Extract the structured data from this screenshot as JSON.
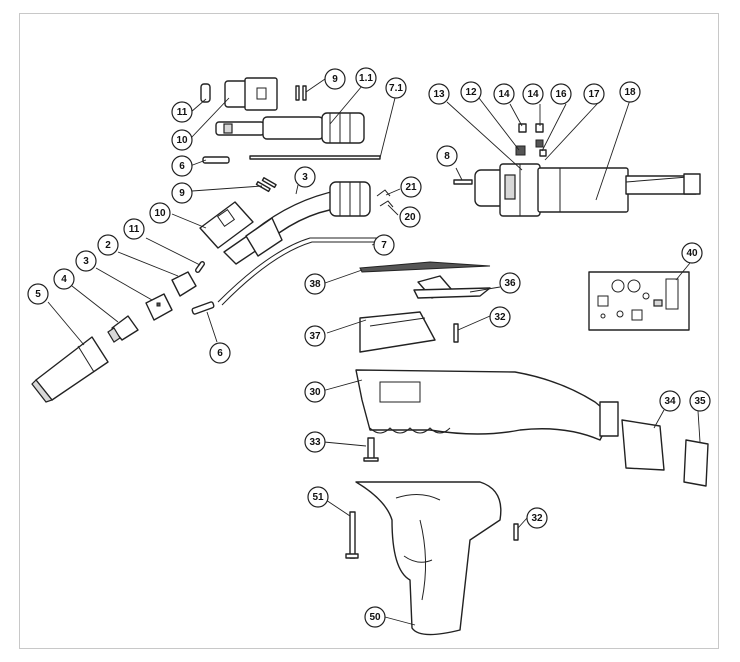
{
  "callouts": [
    {
      "id": "11a",
      "label": "11"
    },
    {
      "id": "10a",
      "label": "10"
    },
    {
      "id": "9a",
      "label": "9"
    },
    {
      "id": "1.1",
      "label": "1.1"
    },
    {
      "id": "7.1",
      "label": "7.1"
    },
    {
      "id": "6a",
      "label": "6"
    },
    {
      "id": "13",
      "label": "13"
    },
    {
      "id": "12",
      "label": "12"
    },
    {
      "id": "14a",
      "label": "14"
    },
    {
      "id": "14b",
      "label": "14"
    },
    {
      "id": "16",
      "label": "16"
    },
    {
      "id": "17",
      "label": "17"
    },
    {
      "id": "18",
      "label": "18"
    },
    {
      "id": "8",
      "label": "8"
    },
    {
      "id": "9b",
      "label": "9"
    },
    {
      "id": "3a",
      "label": "3"
    },
    {
      "id": "21",
      "label": "21"
    },
    {
      "id": "10b",
      "label": "10"
    },
    {
      "id": "20",
      "label": "20"
    },
    {
      "id": "11b",
      "label": "11"
    },
    {
      "id": "2",
      "label": "2"
    },
    {
      "id": "7",
      "label": "7"
    },
    {
      "id": "3b",
      "label": "3"
    },
    {
      "id": "4",
      "label": "4"
    },
    {
      "id": "5",
      "label": "5"
    },
    {
      "id": "40",
      "label": "40"
    },
    {
      "id": "38",
      "label": "38"
    },
    {
      "id": "36",
      "label": "36"
    },
    {
      "id": "37",
      "label": "37"
    },
    {
      "id": "32a",
      "label": "32"
    },
    {
      "id": "6b",
      "label": "6"
    },
    {
      "id": "30",
      "label": "30"
    },
    {
      "id": "34",
      "label": "34"
    },
    {
      "id": "35",
      "label": "35"
    },
    {
      "id": "33",
      "label": "33"
    },
    {
      "id": "51",
      "label": "51"
    },
    {
      "id": "32b",
      "label": "32"
    },
    {
      "id": "50",
      "label": "50"
    }
  ]
}
